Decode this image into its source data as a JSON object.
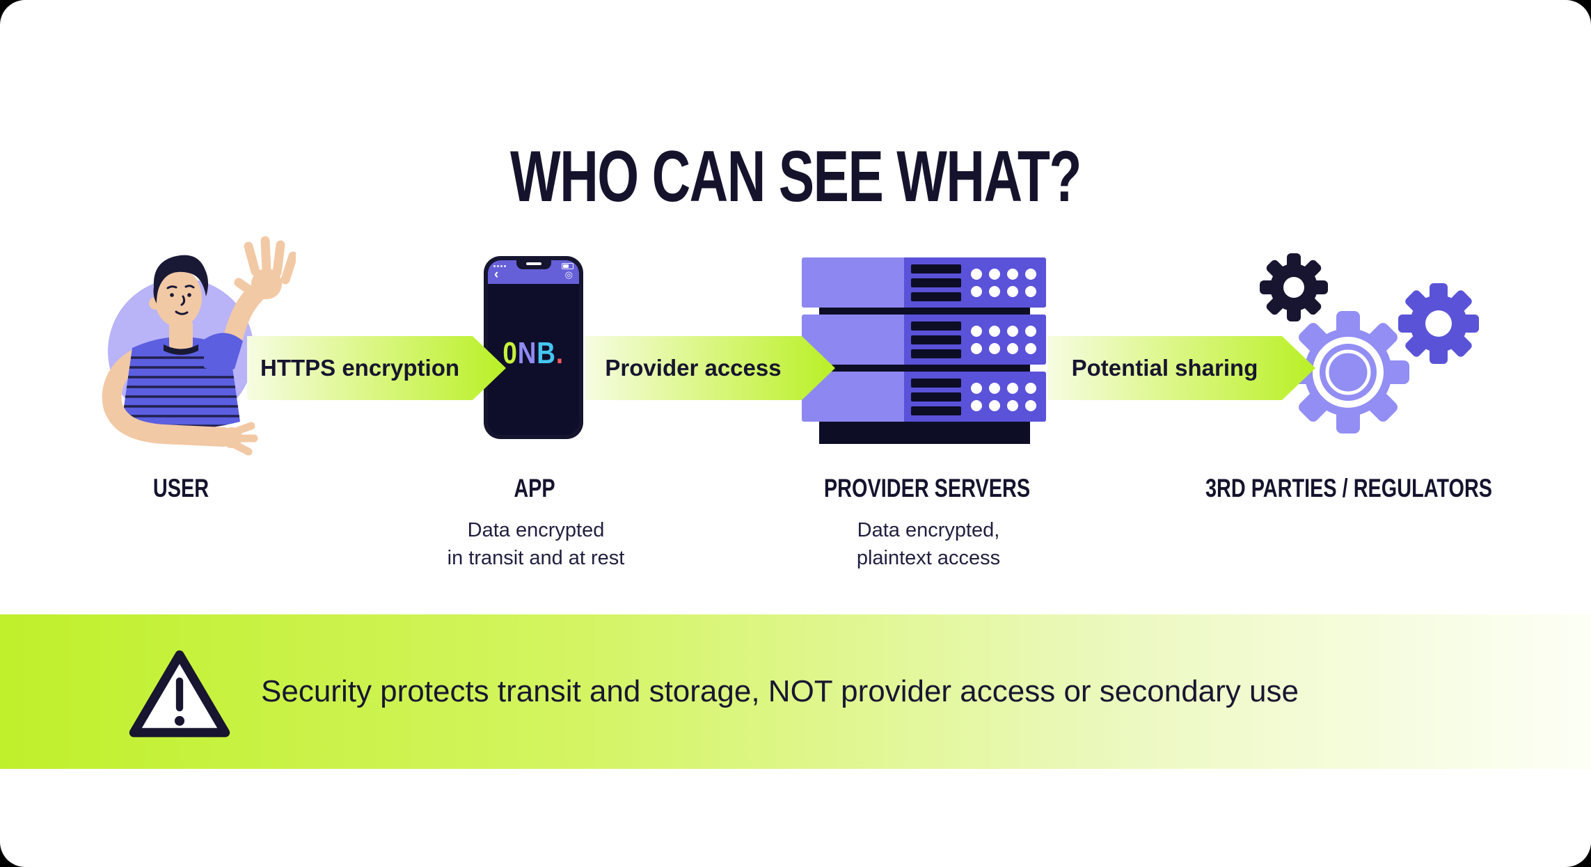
{
  "title": "WHO CAN SEE WHAT?",
  "flow": {
    "arrows": [
      {
        "label": "HTTPS encryption"
      },
      {
        "label": "Provider access"
      },
      {
        "label": "Potential sharing"
      }
    ],
    "nodes": [
      {
        "label": "USER"
      },
      {
        "label": "APP",
        "caption_line1": "Data encrypted",
        "caption_line2": "in transit and at rest"
      },
      {
        "label": "PROVIDER SERVERS",
        "caption_line1": "Data encrypted,",
        "caption_line2": "plaintext access"
      },
      {
        "label": "3RD PARTIES / REGULATORS"
      }
    ]
  },
  "app_screen": {
    "logo_chars": [
      "0",
      "N",
      "B",
      "."
    ],
    "logo_colors": [
      "#c6f23a",
      "#8f8bf2",
      "#45c6f1",
      "#f25c5c"
    ],
    "back_icon": "‹",
    "settings_icon": "◎"
  },
  "warning": {
    "text": "Security protects transit and storage, NOT provider access or secondary use"
  },
  "colors": {
    "ink": "#17152f",
    "lime": "#b9f026",
    "lime_pale": "#f6fce2",
    "purple_light": "#8d88f1",
    "purple_dark": "#5a52d9",
    "user_circle": "#b9b3f8",
    "phone_header": "#6560d8",
    "skin": "#f2c9a5"
  }
}
